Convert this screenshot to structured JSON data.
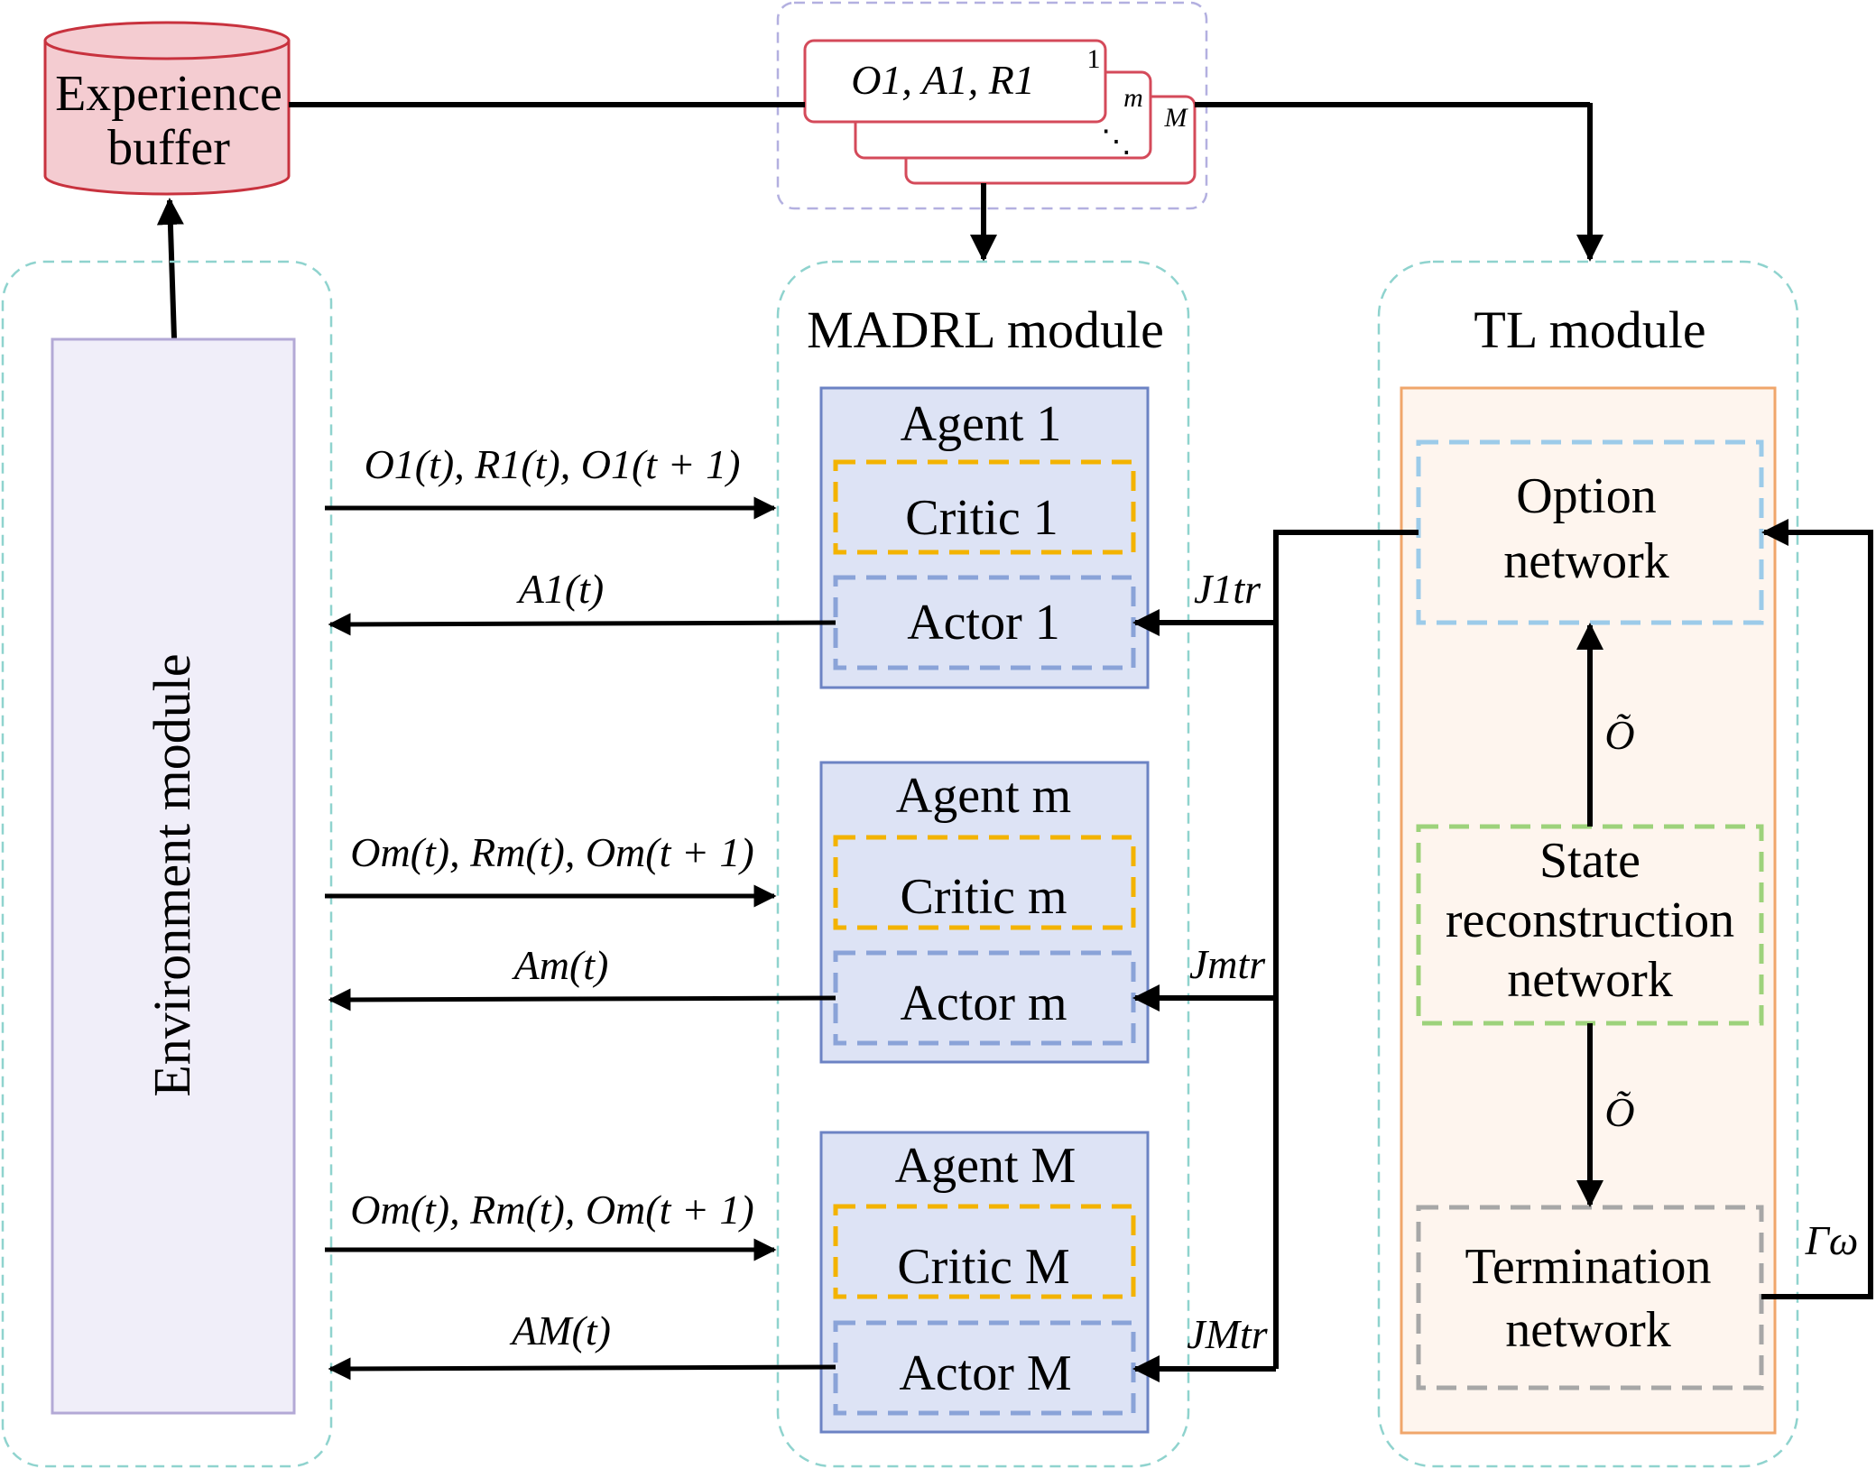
{
  "experience_buffer": {
    "line1": "Experience",
    "line2": "buffer"
  },
  "buffer_stack": {
    "label": "O1, A1, R1",
    "tag1": "1",
    "tagm": "m",
    "tagM": "M",
    "dots": "⋱"
  },
  "environment": {
    "label": "Environment module"
  },
  "madrl": {
    "title": "MADRL module",
    "agents": [
      {
        "name": "Agent 1",
        "critic": "Critic 1",
        "actor": "Actor 1"
      },
      {
        "name": "Agent m",
        "critic": "Critic m",
        "actor": "Actor m"
      },
      {
        "name": "Agent M",
        "critic": "Critic M",
        "actor": "Actor M"
      }
    ]
  },
  "links": [
    {
      "obs": "O1(t), R1(t), O1(t + 1)",
      "act": "A1(t)",
      "tr": "J1tr"
    },
    {
      "obs": "Om(t), Rm(t), Om(t + 1)",
      "act": "Am(t)",
      "tr": "Jmtr"
    },
    {
      "obs": "Om(t), Rm(t), Om(t + 1)",
      "act": "AM(t)",
      "tr": "JMtr"
    }
  ],
  "tl": {
    "title": "TL module",
    "option": {
      "line1": "Option",
      "line2": "network"
    },
    "state": {
      "line1": "State",
      "line2": "reconstruction",
      "line3": "network"
    },
    "termination": {
      "line1": "Termination",
      "line2": "network"
    },
    "tilde_o": "Õ",
    "gamma": "Γω"
  },
  "colors": {
    "buffer_fill": "#f4ccd1",
    "buffer_stroke": "#c8323e",
    "env_fill": "#f0eef9",
    "env_stroke": "#b3a9d6",
    "agent_fill": "#dde3f5",
    "agent_stroke": "#6c83c4",
    "critic_dash": "#f3b300",
    "actor_dash": "#8aa3d8",
    "module_dash": "#8fd3ce",
    "stack_dash": "#b3b0e0",
    "tl_fill": "#fef5ee",
    "tl_stroke": "#f0a66b",
    "option_dash": "#9ccbe9",
    "state_dash": "#9dd27b",
    "term_dash": "#a7a7a7"
  }
}
